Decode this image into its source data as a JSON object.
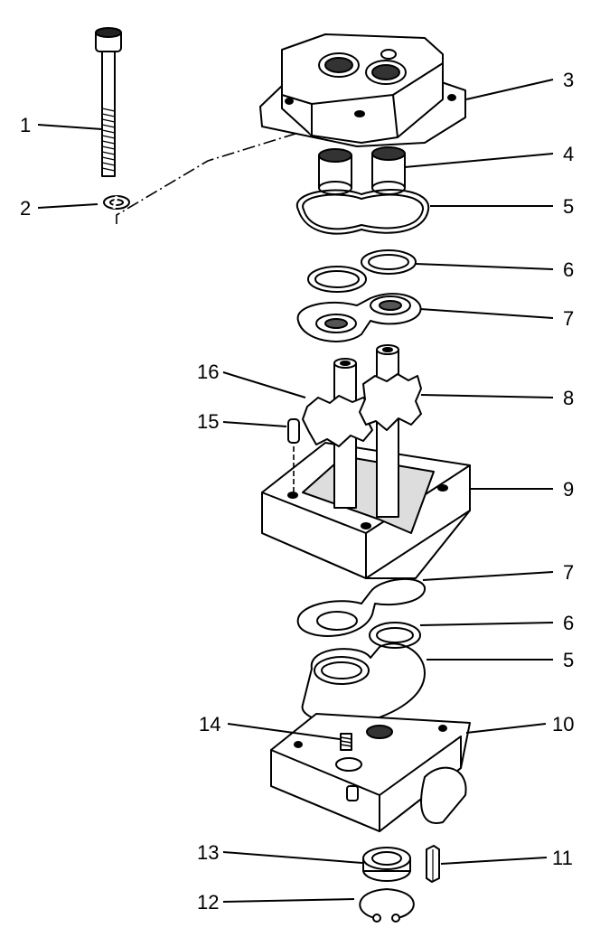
{
  "callouts": [
    {
      "id": "c1",
      "label": "1"
    },
    {
      "id": "c2",
      "label": "2"
    },
    {
      "id": "c3",
      "label": "3"
    },
    {
      "id": "c4",
      "label": "4"
    },
    {
      "id": "c5a",
      "label": "5"
    },
    {
      "id": "c6a",
      "label": "6"
    },
    {
      "id": "c7a",
      "label": "7"
    },
    {
      "id": "c16",
      "label": "16"
    },
    {
      "id": "c8",
      "label": "8"
    },
    {
      "id": "c15",
      "label": "15"
    },
    {
      "id": "c9",
      "label": "9"
    },
    {
      "id": "c7b",
      "label": "7"
    },
    {
      "id": "c6b",
      "label": "6"
    },
    {
      "id": "c5b",
      "label": "5"
    },
    {
      "id": "c14",
      "label": "14"
    },
    {
      "id": "c10",
      "label": "10"
    },
    {
      "id": "c13",
      "label": "13"
    },
    {
      "id": "c11",
      "label": "11"
    },
    {
      "id": "c12",
      "label": "12"
    }
  ]
}
